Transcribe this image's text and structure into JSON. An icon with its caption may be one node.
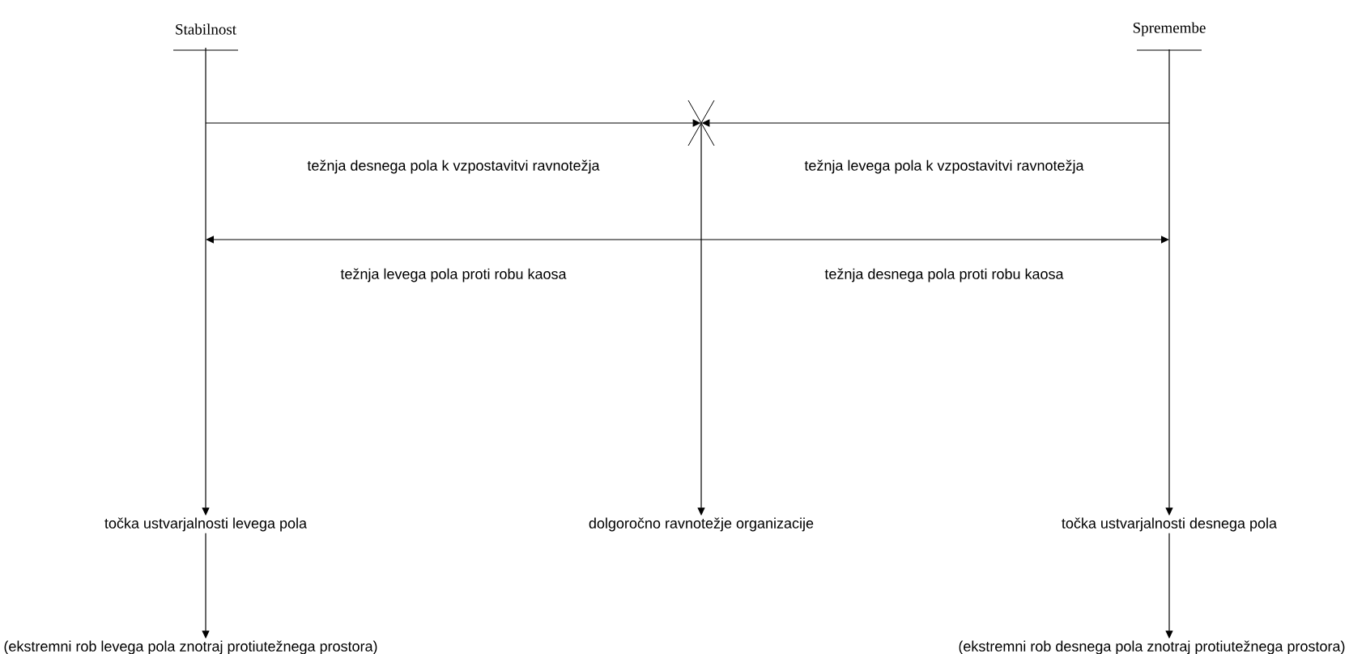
{
  "diagram": {
    "nodes": [
      {
        "text": [
          "Stabilnost"
        ]
      },
      {
        "text": [
          "Spremembe"
        ]
      },
      {
        "text": [],
        "shape": "cross"
      },
      {
        "text": [
          "točka ustvarjalnosti levega pola"
        ]
      },
      {
        "text": [
          "dolgoročno ravnotežje organizacije"
        ]
      },
      {
        "text": [
          "točka ustvarjalnosti desnega pola"
        ]
      },
      {
        "text": [
          "(ekstremni rob levega pola znotraj protiutežnega prostora)"
        ]
      },
      {
        "text": [
          "(ekstremni rob desnega pola znotraj protiutežnega prostora)"
        ]
      }
    ],
    "edges": [
      {
        "from": 0,
        "to": 3,
        "arrow": "to"
      },
      {
        "from": 1,
        "to": 5,
        "arrow": "to"
      },
      {
        "from": 0,
        "to": 2,
        "arrow": "to",
        "label": "težnja desnega pola k vzpostavitvi ravnotežja"
      },
      {
        "from": 1,
        "to": 2,
        "arrow": "to",
        "label": "težnja levega pola k vzpostavitvi ravnotežja"
      },
      {
        "from": 2,
        "to": 4,
        "arrow": "to"
      },
      {
        "from": 3,
        "to": 6,
        "arrow": "to"
      },
      {
        "from": 5,
        "to": 7,
        "arrow": "to"
      }
    ],
    "labels": [
      "težnja levega pola proti robu kaosa",
      "težnja desnega pola proti robu kaosa"
    ]
  }
}
